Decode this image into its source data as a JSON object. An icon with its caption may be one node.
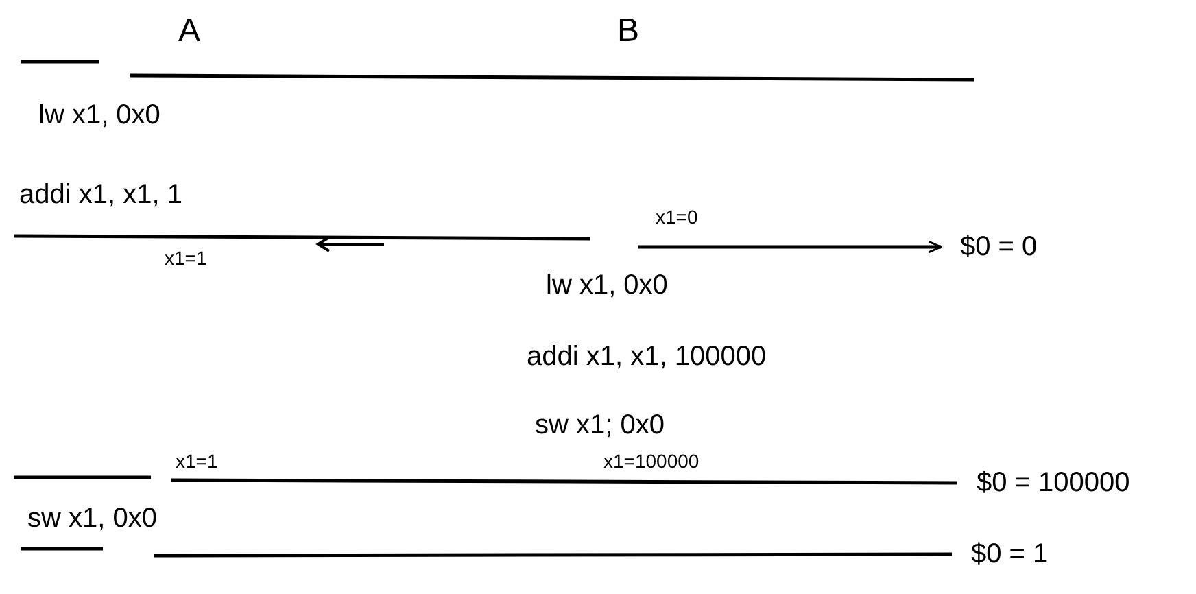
{
  "diagram": {
    "nodes": [
      {
        "text": [
          "$0 = 0"
        ]
      },
      {
        "text": [
          "$0 = 100000"
        ]
      },
      {
        "text": [
          "$0 = 1"
        ]
      }
    ],
    "edges": [
      {
        "from": null,
        "to": 0,
        "arrow": "to"
      },
      {
        "from": null,
        "to": 1,
        "arrow": "none"
      },
      {
        "from": null,
        "to": 2,
        "arrow": "none"
      }
    ],
    "labels": [
      "A",
      "B",
      "lw x1, 0x0",
      "addi x1, x1, 1",
      "x1=1",
      "x1=0",
      "lw x1, 0x0",
      "addi x1, x1, 100000",
      "sw x1; 0x0",
      "x1=1",
      "x1=100000",
      "sw x1, 0x0"
    ]
  }
}
